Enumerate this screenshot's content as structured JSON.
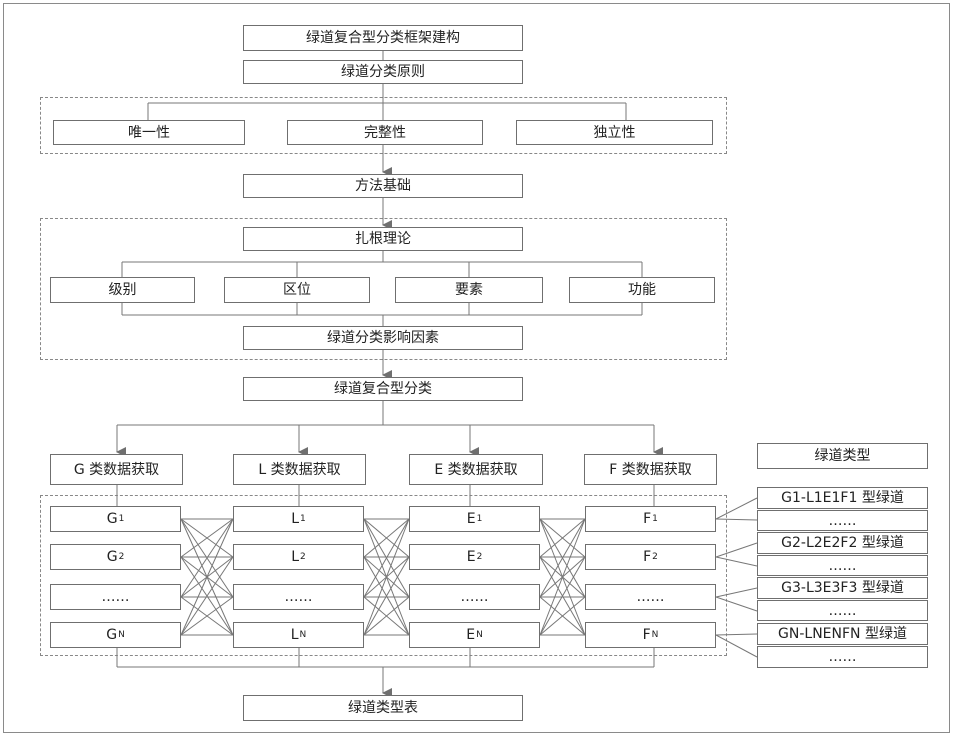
{
  "title": "绿道复合型分类框架建构",
  "principles": {
    "title": "绿道分类原则",
    "items": [
      "唯一性",
      "完整性",
      "独立性"
    ]
  },
  "method": {
    "title": "方法基础",
    "theory": "扎根理论",
    "factors": [
      "级别",
      "区位",
      "要素",
      "功能"
    ],
    "result": "绿道分类影响因素"
  },
  "composite": "绿道复合型分类",
  "acquisition": [
    {
      "label": "G 类数据获取",
      "prefix": "G",
      "items": [
        "1",
        "2",
        "……",
        "N"
      ]
    },
    {
      "label": "L 类数据获取",
      "prefix": "L",
      "items": [
        "1",
        "2",
        "……",
        "N"
      ]
    },
    {
      "label": "E 类数据获取",
      "prefix": "E",
      "items": [
        "1",
        "2",
        "……",
        "N"
      ]
    },
    {
      "label": "F 类数据获取",
      "prefix": "F",
      "items": [
        "1",
        "2",
        "……",
        "N"
      ]
    }
  ],
  "types": {
    "header": "绿道类型",
    "items": [
      "G1-L1E1F1 型绿道",
      "……",
      "G2-L2E2F2 型绿道",
      "……",
      "G3-L3E3F3 型绿道",
      "……",
      "GN-LNENFN 型绿道",
      "……"
    ]
  },
  "table": "绿道类型表"
}
